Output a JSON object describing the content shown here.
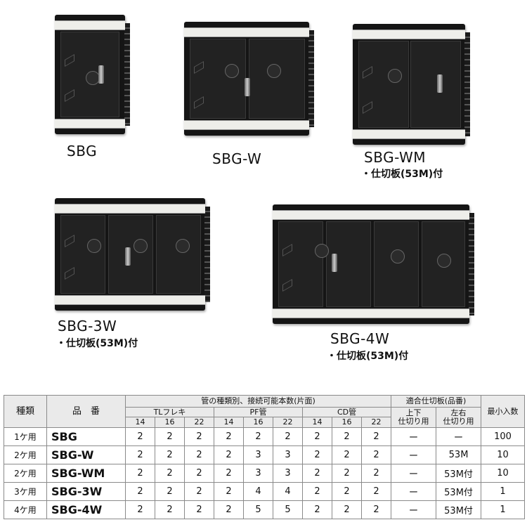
{
  "products": [
    {
      "id": "sbg",
      "caption": "SBG",
      "note": ""
    },
    {
      "id": "sbg-w",
      "caption": "SBG-W",
      "note": ""
    },
    {
      "id": "sbg-wm",
      "caption": "SBG-WM",
      "note": "・仕切板(53M)付"
    },
    {
      "id": "sbg-3w",
      "caption": "SBG-3W",
      "note": "・仕切板(53M)付"
    },
    {
      "id": "sbg-4w",
      "caption": "SBG-4W",
      "note": "・仕切板(53M)付"
    }
  ],
  "table": {
    "headers": {
      "type": "種類",
      "model": "品　番",
      "pipe_group": "管の種類別、接続可能本数(片面)",
      "pipe_types": [
        "TLフレキ",
        "PF管",
        "CD管"
      ],
      "sizes": [
        "14",
        "16",
        "22",
        "14",
        "16",
        "22",
        "14",
        "16",
        "22"
      ],
      "partition_group": "適合仕切板(品番)",
      "partition_vertical": "上下\n仕切り用",
      "partition_horizontal": "左右\n仕切り用",
      "min_qty": "最小入数"
    },
    "rows": [
      {
        "type": "1ケ用",
        "model": "SBG",
        "values": [
          "2",
          "2",
          "2",
          "2",
          "2",
          "2",
          "2",
          "2",
          "2"
        ],
        "vertical": "ー",
        "horizontal": "ー",
        "min_qty": "100"
      },
      {
        "type": "2ケ用",
        "model": "SBG-W",
        "values": [
          "2",
          "2",
          "2",
          "2",
          "3",
          "3",
          "2",
          "2",
          "2"
        ],
        "vertical": "ー",
        "horizontal": "53M",
        "min_qty": "10"
      },
      {
        "type": "2ケ用",
        "model": "SBG-WM",
        "values": [
          "2",
          "2",
          "2",
          "2",
          "3",
          "3",
          "2",
          "2",
          "2"
        ],
        "vertical": "ー",
        "horizontal": "53M付",
        "min_qty": "10"
      },
      {
        "type": "3ケ用",
        "model": "SBG-3W",
        "values": [
          "2",
          "2",
          "2",
          "2",
          "4",
          "4",
          "2",
          "2",
          "2"
        ],
        "vertical": "ー",
        "horizontal": "53M付",
        "min_qty": "1"
      },
      {
        "type": "4ケ用",
        "model": "SBG-4W",
        "values": [
          "2",
          "2",
          "2",
          "2",
          "5",
          "5",
          "2",
          "2",
          "2"
        ],
        "vertical": "ー",
        "horizontal": "53M付",
        "min_qty": "1"
      }
    ]
  }
}
